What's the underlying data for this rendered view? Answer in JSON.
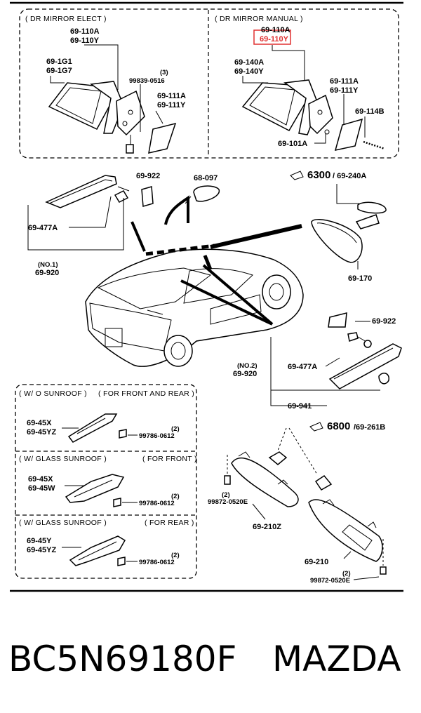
{
  "sections": {
    "dr_mirror_elect": "( DR MIRROR ELECT )",
    "dr_mirror_manual": "( DR MIRROR MANUAL )",
    "wo_sunroof": "( W/ O SUNROOF )",
    "for_front_and_rear": "( FOR FRONT AND REAR )",
    "glass_sunroof_1": "( W/ GLASS SUNROOF )",
    "for_front": "( FOR FRONT )",
    "glass_sunroof_2": "( W/ GLASS SUNROOF )",
    "for_rear": "( FOR REAR )"
  },
  "labels": {
    "e_69_110A": "69-110A",
    "e_69_110Y": "69-110Y",
    "e_69_1G1": "69-1G1",
    "e_69_1G7": "69-1G7",
    "e_qty3": "(3)",
    "e_99839": "99839-0516",
    "e_69_111A": "69-111A",
    "e_69_111Y": "69-111Y",
    "m_69_110A": "69-110A",
    "m_69_110Y": "69-110Y",
    "m_69_140A": "69-140A",
    "m_69_140Y": "69-140Y",
    "m_69_111A": "69-111A",
    "m_69_111Y": "69-111Y",
    "m_69_114B": "69-114B",
    "m_69_101A": "69-101A",
    "c_69_922": "69-922",
    "c_68_097": "68-097",
    "c_6300_num": "6300",
    "c_6300_ref": "/ 69-240A",
    "c_69_477A": "69-477A",
    "c_no1": "(NO.1)",
    "c_69_920": "69-920",
    "c_69_170": "69-170",
    "r_69_922": "69-922",
    "r_69_477A": "69-477A",
    "r_no2": "(NO.2)",
    "r_69_920": "69-920",
    "r_69_941": "69-941",
    "r_6800_num": "6800",
    "r_6800_ref": "/69-261B",
    "s1_69_45X": "69-45X",
    "s1_69_45YZ": "69-45YZ",
    "s1_qty": "(2)",
    "s1_99786": "99786-0612",
    "s2_69_45X": "69-45X",
    "s2_69_45W": "69-45W",
    "s2_qty": "(2)",
    "s2_99786": "99786-0612",
    "s3_69_45Y": "69-45Y",
    "s3_69_45YZ": "69-45YZ",
    "s3_qty": "(2)",
    "s3_99786": "99786-0612",
    "v_qty1": "(2)",
    "v_99872_1": "99872-0520E",
    "v_69_210Z": "69-210Z",
    "v_69_210": "69-210",
    "v_qty2": "(2)",
    "v_99872_2": "99872-0520E"
  },
  "caption": {
    "part_number": "BC5N69180F",
    "brand": "MAZDA"
  },
  "highlight_color": "#e03030"
}
